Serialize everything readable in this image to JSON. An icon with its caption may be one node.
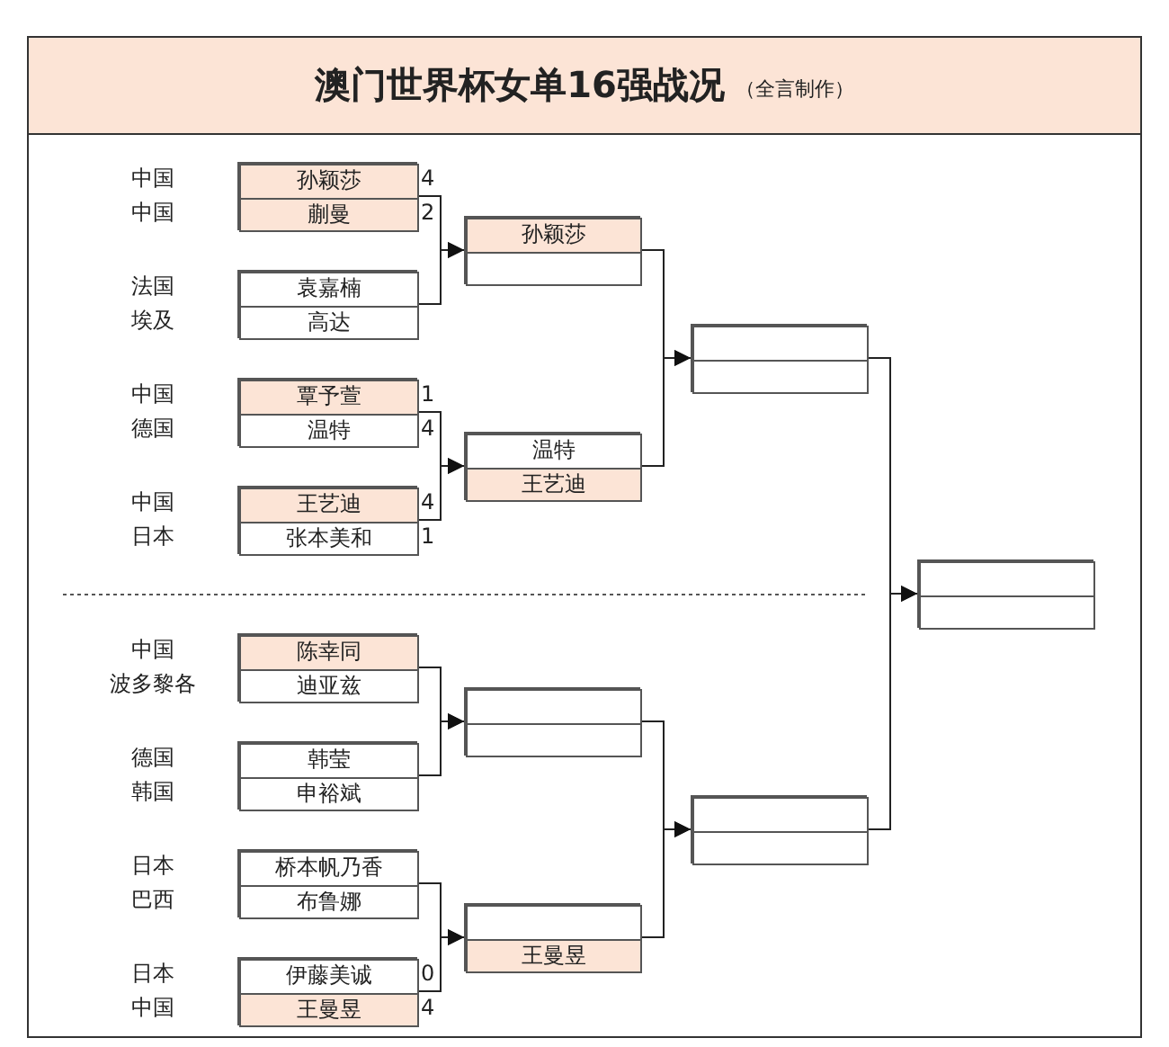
{
  "diagram": {
    "title": "澳门世界杯女单16强战况",
    "nodes": [
      {
        "text": [],
        "shape": "box"
      },
      {
        "text": [
          "孙颖莎"
        ],
        "in": 0,
        "beside": [
          "中国",
          "4"
        ]
      },
      {
        "text": [
          "蒯曼"
        ],
        "in": 0,
        "beside": [
          "中国",
          "2"
        ]
      },
      {
        "text": [],
        "shape": "box"
      },
      {
        "text": [
          "袁嘉楠"
        ],
        "in": 3,
        "beside": [
          "法国"
        ]
      },
      {
        "text": [
          "高达"
        ],
        "in": 3,
        "beside": [
          "埃及"
        ]
      },
      {
        "text": [],
        "shape": "box"
      },
      {
        "text": [
          "覃予萱"
        ],
        "in": 6,
        "beside": [
          "中国",
          "1"
        ]
      },
      {
        "text": [
          "温特"
        ],
        "in": 6,
        "beside": [
          "德国",
          "4"
        ]
      },
      {
        "text": [],
        "shape": "box"
      },
      {
        "text": [
          "王艺迪"
        ],
        "in": 9,
        "beside": [
          "中国",
          "4"
        ]
      },
      {
        "text": [
          "张本美和"
        ],
        "in": 9,
        "beside": [
          "日本",
          "1"
        ]
      },
      {
        "text": [],
        "shape": "box"
      },
      {
        "text": [
          "陈幸同"
        ],
        "in": 12,
        "beside": [
          "中国"
        ]
      },
      {
        "text": [
          "迪亚兹"
        ],
        "in": 12,
        "beside": [
          "波多黎各"
        ]
      },
      {
        "text": [],
        "shape": "box"
      },
      {
        "text": [
          "韩莹"
        ],
        "in": 15,
        "beside": [
          "德国"
        ]
      },
      {
        "text": [
          "申裕斌"
        ],
        "in": 15,
        "beside": [
          "韩国"
        ]
      },
      {
        "text": [],
        "shape": "box"
      },
      {
        "text": [
          "桥本帆乃香"
        ],
        "in": 18,
        "beside": [
          "日本"
        ]
      },
      {
        "text": [
          "布鲁娜"
        ],
        "in": 18,
        "beside": [
          "巴西"
        ]
      },
      {
        "text": [],
        "shape": "box"
      },
      {
        "text": [
          "伊藤美诚"
        ],
        "in": 21,
        "beside": [
          "日本",
          "0"
        ]
      },
      {
        "text": [
          "王曼昱"
        ],
        "in": 21,
        "beside": [
          "中国",
          "4"
        ]
      },
      {
        "text": [],
        "shape": "box"
      },
      {
        "text": [
          "孙颖莎"
        ],
        "in": 24
      },
      {
        "text": [],
        "shape": "box",
        "in": 24
      },
      {
        "text": [],
        "shape": "box"
      },
      {
        "text": [
          "温特"
        ],
        "in": 27
      },
      {
        "text": [
          "王艺迪"
        ],
        "in": 27
      },
      {
        "text": [],
        "shape": "box"
      },
      {
        "text": [],
        "shape": "box",
        "in": 30
      },
      {
        "text": [],
        "shape": "box",
        "in": 30
      },
      {
        "text": [],
        "shape": "box"
      },
      {
        "text": [],
        "shape": "box",
        "in": 33
      },
      {
        "text": [
          "王曼昱"
        ],
        "in": 33
      },
      {
        "text": [],
        "shape": "box"
      },
      {
        "text": [],
        "shape": "box",
        "in": 36
      },
      {
        "text": [],
        "shape": "box",
        "in": 36
      },
      {
        "text": [],
        "shape": "box"
      },
      {
        "text": [],
        "shape": "box",
        "in": 39
      },
      {
        "text": [],
        "shape": "box",
        "in": 39
      },
      {
        "text": [],
        "shape": "box"
      },
      {
        "text": [],
        "shape": "box",
        "in": 42
      },
      {
        "text": [],
        "shape": "box",
        "in": 42
      }
    ],
    "edges": [
      {
        "from": 0,
        "to": 24,
        "arrow": "to"
      },
      {
        "from": 3,
        "to": 24,
        "arrow": "to"
      },
      {
        "from": 6,
        "to": 27,
        "arrow": "to"
      },
      {
        "from": 9,
        "to": 27,
        "arrow": "to"
      },
      {
        "from": 12,
        "to": 30,
        "arrow": "to"
      },
      {
        "from": 15,
        "to": 30,
        "arrow": "to"
      },
      {
        "from": 18,
        "to": 33,
        "arrow": "to"
      },
      {
        "from": 21,
        "to": 33,
        "arrow": "to"
      },
      {
        "from": 24,
        "to": 36,
        "arrow": "to"
      },
      {
        "from": 27,
        "to": 36,
        "arrow": "to"
      },
      {
        "from": 30,
        "to": 39,
        "arrow": "to"
      },
      {
        "from": 33,
        "to": 39,
        "arrow": "to"
      },
      {
        "from": 36,
        "to": 42,
        "arrow": "to"
      },
      {
        "from": 39,
        "to": 42,
        "arrow": "to"
      }
    ],
    "labels": [
      "（全言制作）"
    ]
  }
}
